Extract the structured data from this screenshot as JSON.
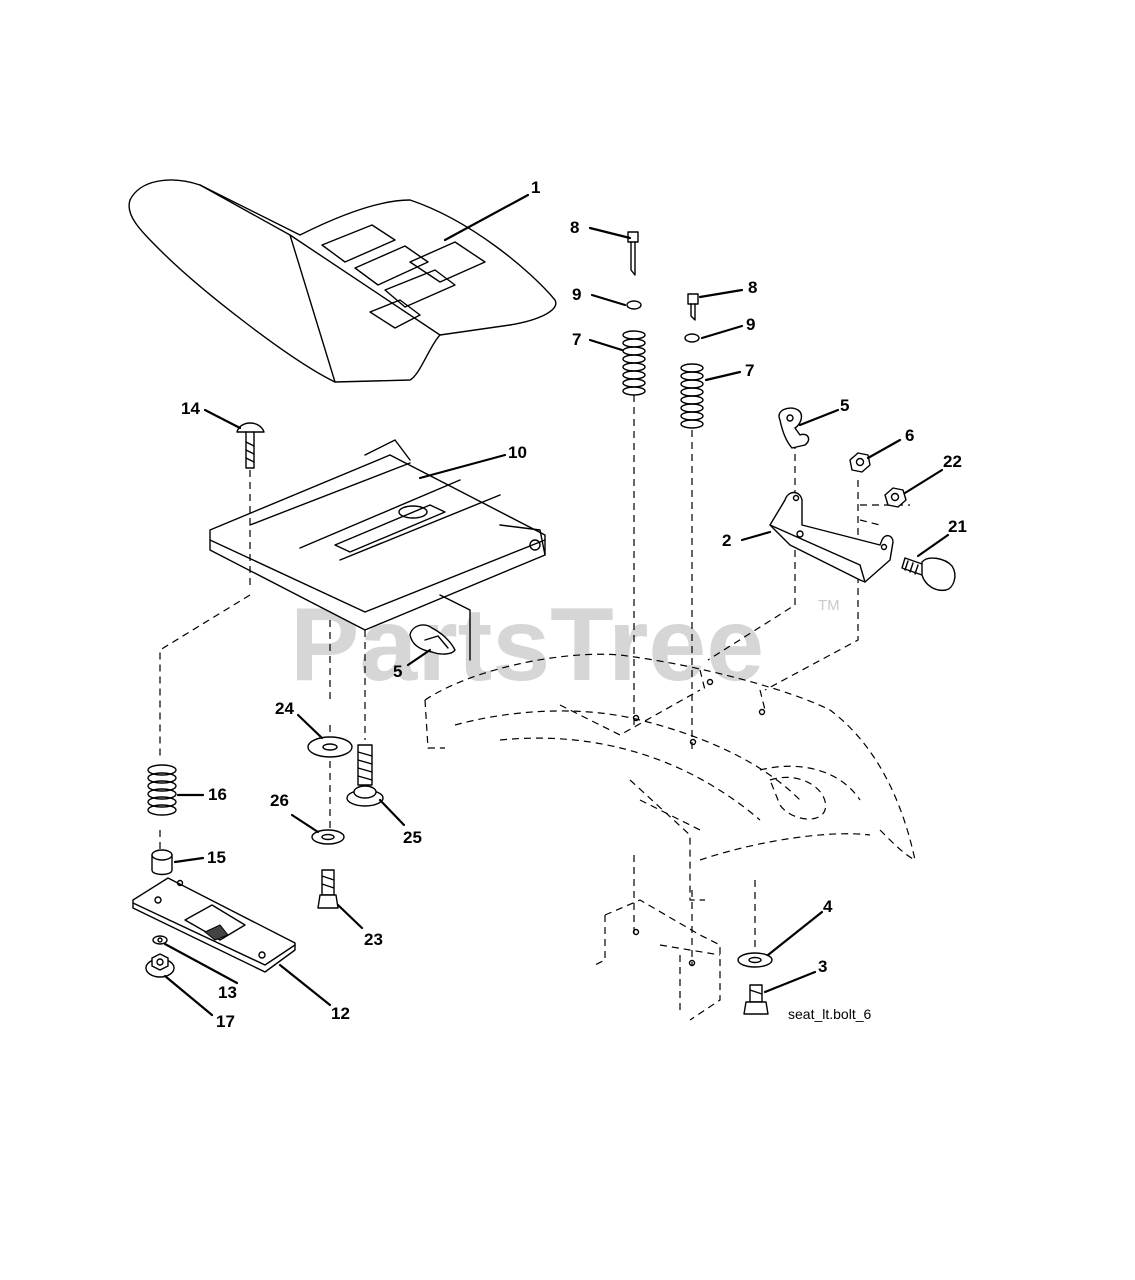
{
  "watermark": {
    "text": "PartsTree",
    "trademark": "TM"
  },
  "reference_code": "seat_lt.bolt_6",
  "callouts": [
    "1",
    "8",
    "9",
    "7",
    "8",
    "9",
    "7",
    "5",
    "6",
    "22",
    "21",
    "2",
    "14",
    "10",
    "5",
    "24",
    "16",
    "26",
    "25",
    "15",
    "23",
    "12",
    "13",
    "17",
    "4",
    "3"
  ]
}
